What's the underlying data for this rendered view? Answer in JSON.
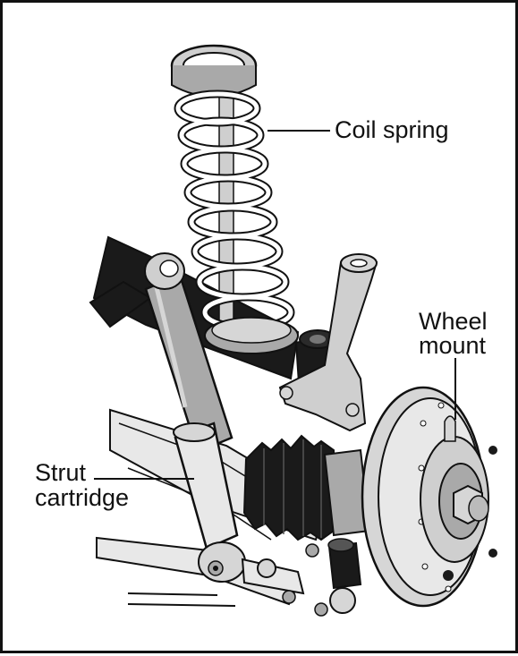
{
  "labels": {
    "coil_spring": "Coil spring",
    "wheel_mount_line1": "Wheel",
    "wheel_mount_line2": "mount",
    "strut_line1": "Strut",
    "strut_line2": "cartridge"
  },
  "colors": {
    "outline": "#111111",
    "light_gray": "#d6d6d6",
    "mid_gray": "#a9a9a9",
    "dark_gray": "#5a5a5a",
    "black_part": "#1a1a1a",
    "background": "#ffffff"
  }
}
